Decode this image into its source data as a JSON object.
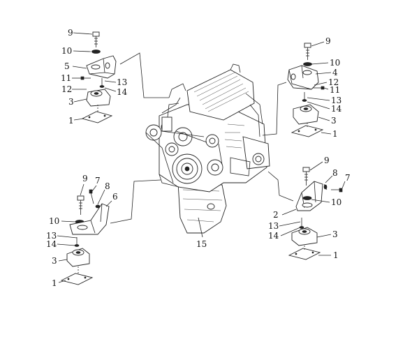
{
  "callouts": {
    "top_left": {
      "n9": "9",
      "n10": "10",
      "n5": "5",
      "n11": "11",
      "n12": "12",
      "n13": "13",
      "n14": "14",
      "n3": "3",
      "n1": "1"
    },
    "top_right": {
      "n9": "9",
      "n10": "10",
      "n4": "4",
      "n12": "12",
      "n11": "11",
      "n13": "13",
      "n14": "14",
      "n3": "3",
      "n1": "1"
    },
    "bottom_left": {
      "n9": "9",
      "n7": "7",
      "n8": "8",
      "n6": "6",
      "n10": "10",
      "n13": "13",
      "n14": "14",
      "n3": "3",
      "n1": "1"
    },
    "bottom_right": {
      "n9": "9",
      "n8": "8",
      "n7": "7",
      "n2": "2",
      "n10": "10",
      "n13": "13",
      "n14": "14",
      "n3": "3",
      "n1": "1"
    },
    "engine": {
      "n15": "15"
    }
  },
  "colors": {
    "line": "#222222",
    "background": "#ffffff"
  }
}
